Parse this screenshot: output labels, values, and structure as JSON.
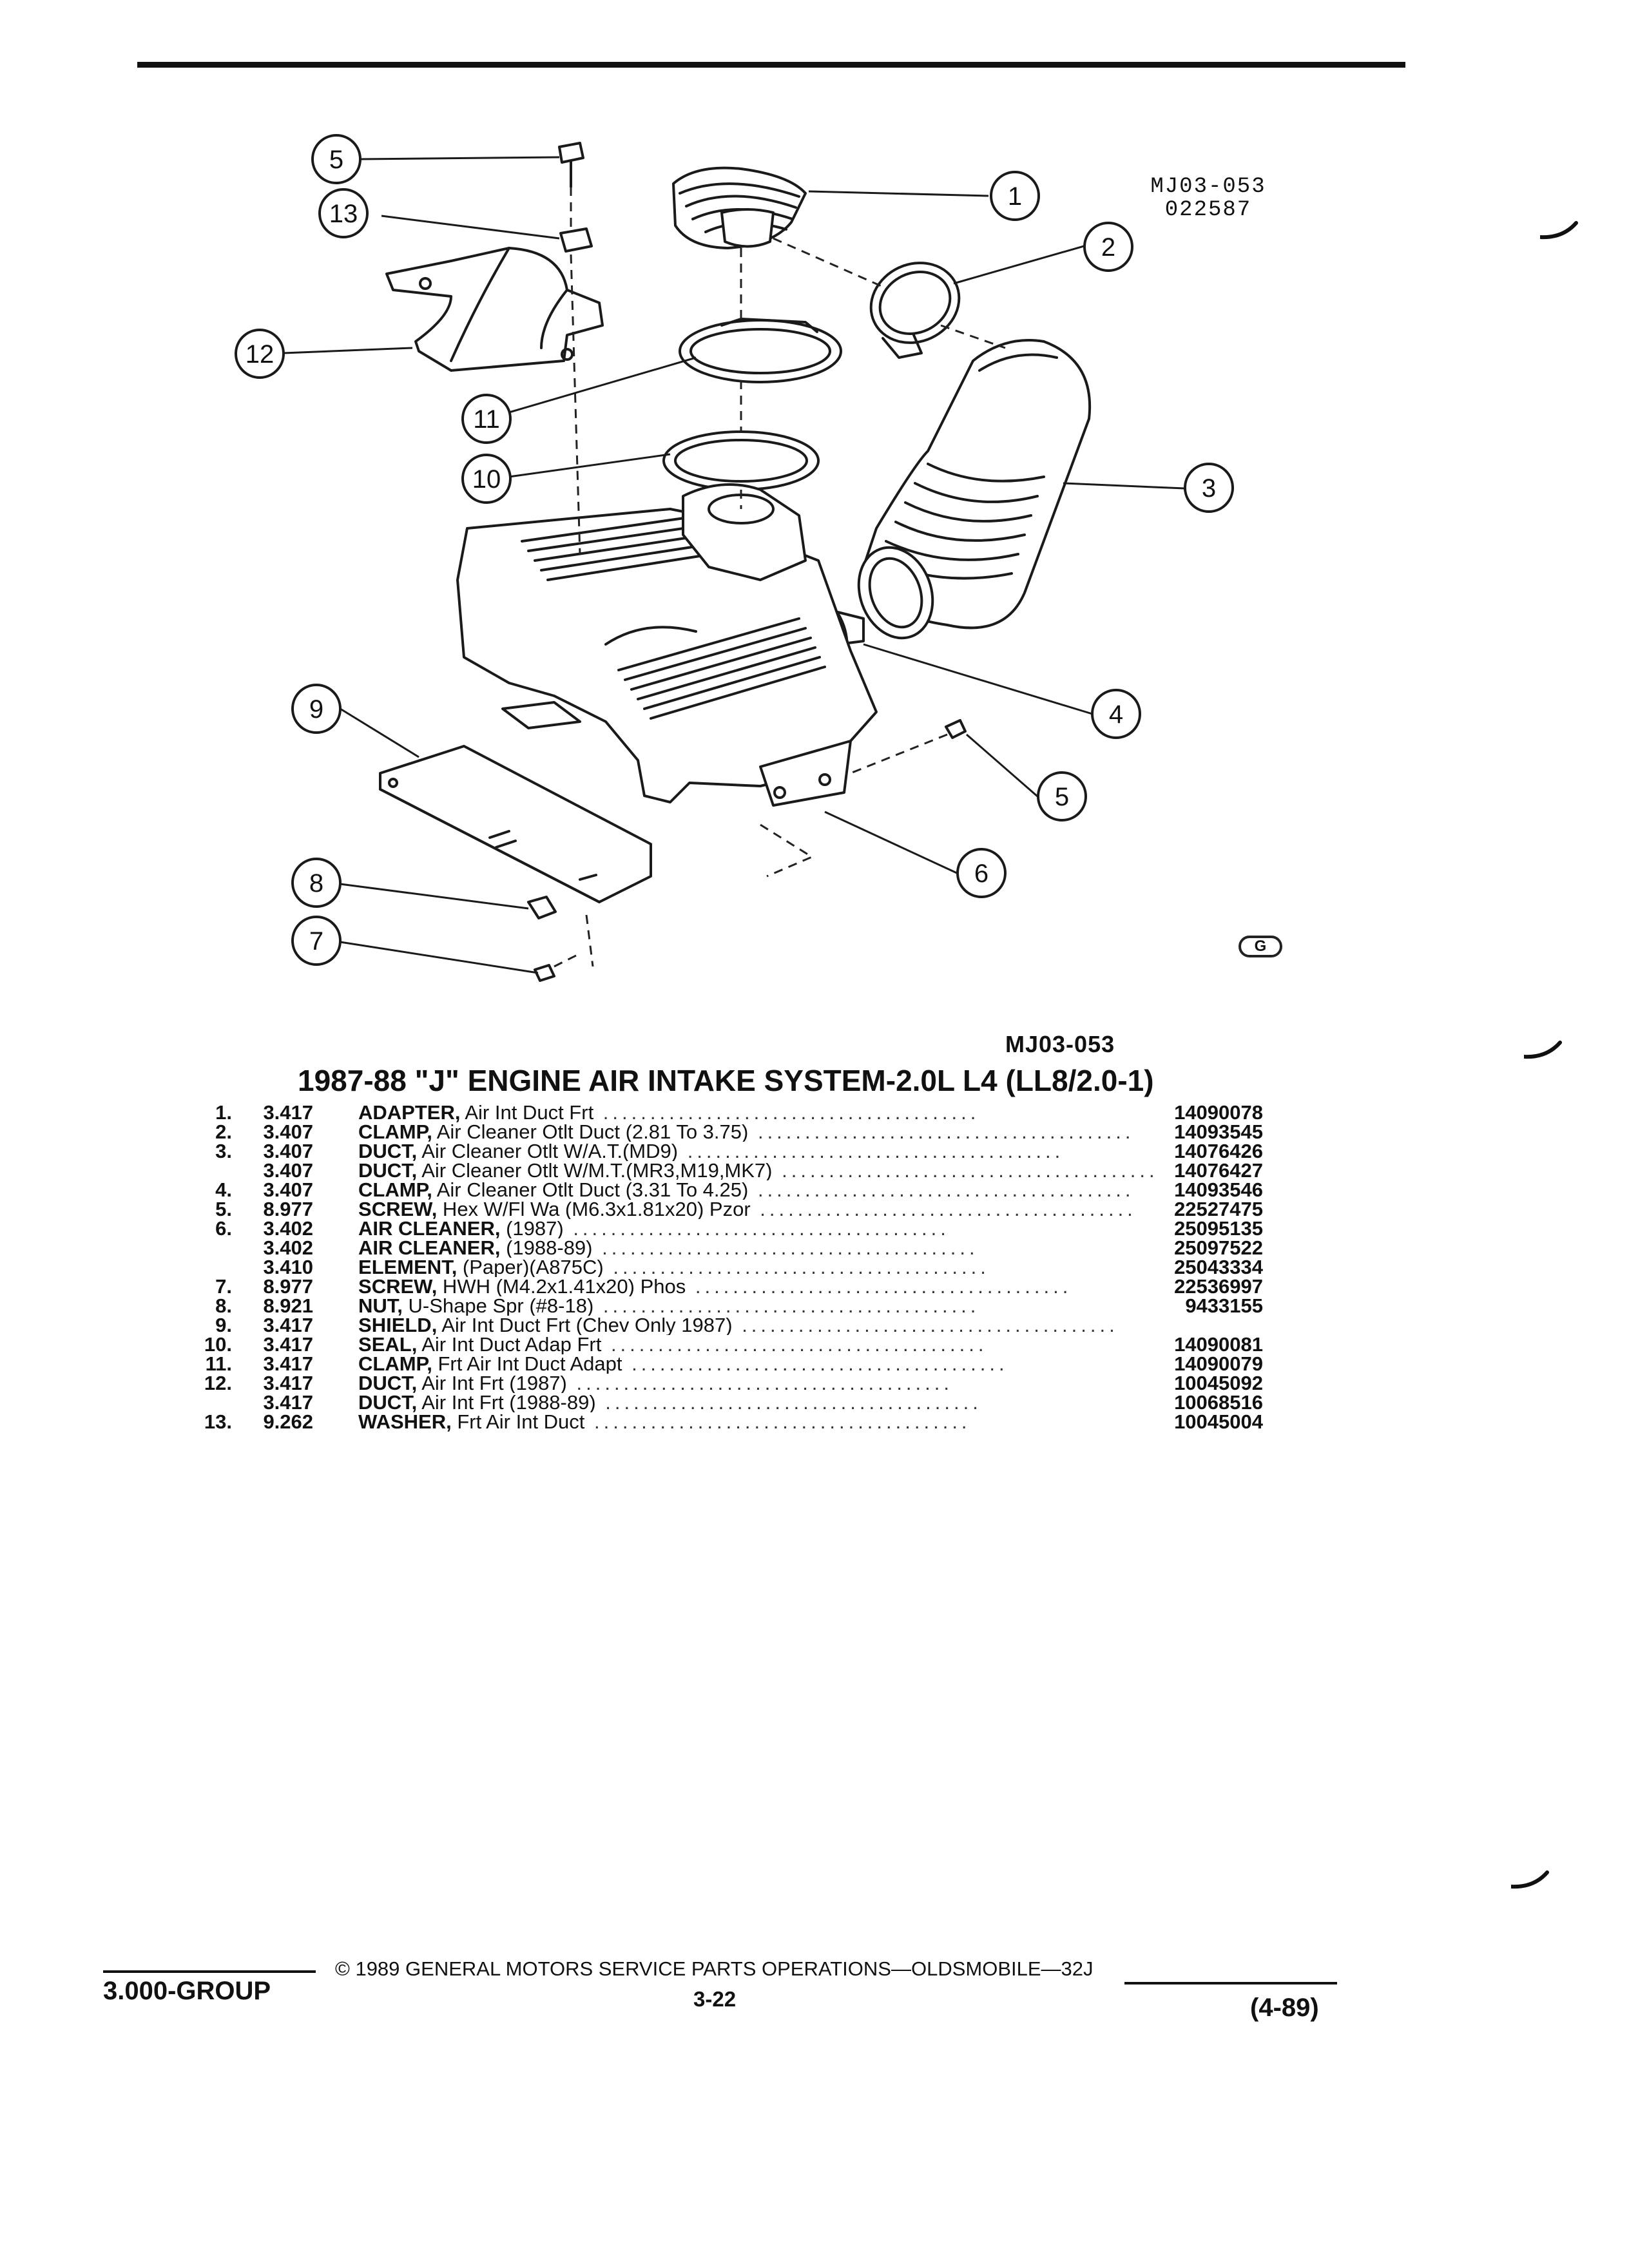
{
  "header": {
    "ref_code_line1": "MJ03-053",
    "ref_code_line2": "022587"
  },
  "diagram": {
    "callouts": [
      "1",
      "2",
      "3",
      "4",
      "5",
      "5",
      "6",
      "7",
      "8",
      "9",
      "10",
      "11",
      "12",
      "13"
    ],
    "logo": "G"
  },
  "figure_id": "MJ03-053",
  "title": "1987-88 \"J\" ENGINE AIR INTAKE SYSTEM-2.0L L4 (LL8/2.0-1)",
  "parts": [
    {
      "item": "1.",
      "group": "3.417",
      "name": "ADAPTER,",
      "desc": " Air Int Duct Frt",
      "part": "14090078"
    },
    {
      "item": "2.",
      "group": "3.407",
      "name": "CLAMP,",
      "desc": " Air Cleaner Otlt Duct (2.81 To 3.75)",
      "part": "14093545"
    },
    {
      "item": "3.",
      "group": "3.407",
      "name": "DUCT,",
      "desc": " Air Cleaner Otlt W/A.T.(MD9)",
      "part": "14076426"
    },
    {
      "item": "",
      "group": "3.407",
      "name": "DUCT,",
      "desc": " Air Cleaner Otlt W/M.T.(MR3,M19,MK7)",
      "part": "14076427"
    },
    {
      "item": "4.",
      "group": "3.407",
      "name": "CLAMP,",
      "desc": " Air Cleaner Otlt Duct (3.31 To 4.25)",
      "part": "14093546"
    },
    {
      "item": "5.",
      "group": "8.977",
      "name": "SCREW,",
      "desc": " Hex W/Fl Wa (M6.3x1.81x20) Pzor",
      "part": "22527475"
    },
    {
      "item": "6.",
      "group": "3.402",
      "name": "AIR CLEANER,",
      "desc": " (1987)",
      "part": "25095135"
    },
    {
      "item": "",
      "group": "3.402",
      "name": "AIR CLEANER,",
      "desc": " (1988-89)",
      "part": "25097522"
    },
    {
      "item": "",
      "group": "3.410",
      "name": "ELEMENT,",
      "desc": " (Paper)(A875C)",
      "part": "25043334"
    },
    {
      "item": "7.",
      "group": "8.977",
      "name": "SCREW,",
      "desc": " HWH (M4.2x1.41x20) Phos",
      "part": "22536997"
    },
    {
      "item": "8.",
      "group": "8.921",
      "name": "NUT,",
      "desc": " U-Shape Spr (#8-18)",
      "part": "9433155"
    },
    {
      "item": "9.",
      "group": "3.417",
      "name": "SHIELD,",
      "desc": " Air Int Duct Frt (Chev Only 1987)",
      "part": ""
    },
    {
      "item": "10.",
      "group": "3.417",
      "name": "SEAL,",
      "desc": " Air Int Duct Adap Frt",
      "part": "14090081"
    },
    {
      "item": "11.",
      "group": "3.417",
      "name": "CLAMP,",
      "desc": " Frt Air Int Duct Adapt",
      "part": "14090079"
    },
    {
      "item": "12.",
      "group": "3.417",
      "name": "DUCT,",
      "desc": " Air Int Frt (1987)",
      "part": "10045092"
    },
    {
      "item": "",
      "group": "3.417",
      "name": "DUCT,",
      "desc": " Air Int Frt (1988-89)",
      "part": "10068516"
    },
    {
      "item": "13.",
      "group": "9.262",
      "name": "WASHER,",
      "desc": " Frt Air Int Duct",
      "part": "10045004"
    }
  ],
  "footer": {
    "group_label": "3.000-GROUP",
    "copyright": "© 1989 GENERAL MOTORS SERVICE PARTS OPERATIONS—OLDSMOBILE—32J",
    "page": "3-22",
    "revision": "(4-89)"
  }
}
